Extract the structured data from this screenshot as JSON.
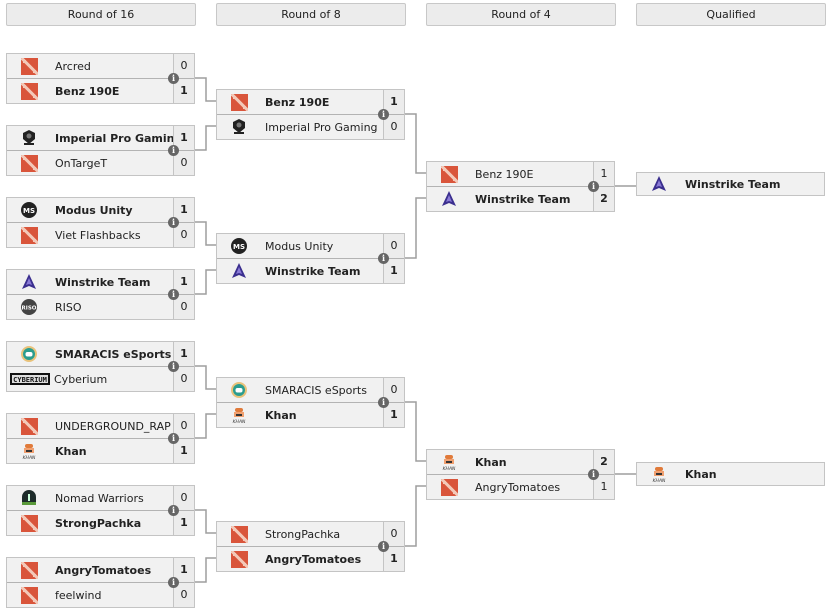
{
  "rounds": [
    {
      "label": "Round of 16"
    },
    {
      "label": "Round of 8"
    },
    {
      "label": "Round of 4"
    },
    {
      "label": "Qualified"
    }
  ],
  "info_icon_glyph": "i",
  "colors": {
    "dota_logo": "#d9553b",
    "winstrike_logo": "#3b2f8f",
    "khan_logo": "#e07a3a",
    "smaracis_logo": "#2a9d8f"
  },
  "round_of_16": [
    {
      "teams": [
        {
          "name": "Arcred",
          "score": "0",
          "logo": "dota-icon",
          "winner": false
        },
        {
          "name": "Benz 190E",
          "score": "1",
          "logo": "dota-icon",
          "winner": true
        }
      ]
    },
    {
      "teams": [
        {
          "name": "Imperial Pro Gaming",
          "score": "1",
          "logo": "imperial-pro-gaming-icon",
          "winner": true
        },
        {
          "name": "OnTargeT",
          "score": "0",
          "logo": "dota-icon",
          "winner": false
        }
      ]
    },
    {
      "teams": [
        {
          "name": "Modus Unity",
          "score": "1",
          "logo": "modus-unity-icon",
          "winner": true
        },
        {
          "name": "Viet Flashbacks",
          "score": "0",
          "logo": "dota-icon",
          "winner": false
        }
      ]
    },
    {
      "teams": [
        {
          "name": "Winstrike Team",
          "score": "1",
          "logo": "winstrike-icon",
          "winner": true
        },
        {
          "name": "RISO",
          "score": "0",
          "logo": "riso-icon",
          "winner": false
        }
      ]
    },
    {
      "teams": [
        {
          "name": "SMARACIS eSports",
          "score": "1",
          "logo": "smaracis-icon",
          "winner": true
        },
        {
          "name": "Cyberium",
          "score": "0",
          "logo": "cyberium-icon",
          "winner": false
        }
      ]
    },
    {
      "teams": [
        {
          "name": "UNDERGROUND_RAP",
          "score": "0",
          "logo": "dota-icon",
          "winner": false
        },
        {
          "name": "Khan",
          "score": "1",
          "logo": "khan-icon",
          "winner": true
        }
      ]
    },
    {
      "teams": [
        {
          "name": "Nomad Warriors",
          "score": "0",
          "logo": "nomad-warriors-icon",
          "winner": false
        },
        {
          "name": "StrongPachka",
          "score": "1",
          "logo": "dota-icon",
          "winner": true
        }
      ]
    },
    {
      "teams": [
        {
          "name": "AngryTomatoes",
          "score": "1",
          "logo": "dota-icon",
          "winner": true
        },
        {
          "name": "feelwind",
          "score": "0",
          "logo": "dota-icon",
          "winner": false
        }
      ]
    }
  ],
  "round_of_8": [
    {
      "teams": [
        {
          "name": "Benz 190E",
          "score": "1",
          "logo": "dota-icon",
          "winner": true
        },
        {
          "name": "Imperial Pro Gaming",
          "score": "0",
          "logo": "imperial-pro-gaming-icon",
          "winner": false
        }
      ]
    },
    {
      "teams": [
        {
          "name": "Modus Unity",
          "score": "0",
          "logo": "modus-unity-icon",
          "winner": false
        },
        {
          "name": "Winstrike Team",
          "score": "1",
          "logo": "winstrike-icon",
          "winner": true
        }
      ]
    },
    {
      "teams": [
        {
          "name": "SMARACIS eSports",
          "score": "0",
          "logo": "smaracis-icon",
          "winner": false
        },
        {
          "name": "Khan",
          "score": "1",
          "logo": "khan-icon",
          "winner": true
        }
      ]
    },
    {
      "teams": [
        {
          "name": "StrongPachka",
          "score": "0",
          "logo": "dota-icon",
          "winner": false
        },
        {
          "name": "AngryTomatoes",
          "score": "1",
          "logo": "dota-icon",
          "winner": true
        }
      ]
    }
  ],
  "round_of_4": [
    {
      "teams": [
        {
          "name": "Benz 190E",
          "score": "1",
          "logo": "dota-icon",
          "winner": false
        },
        {
          "name": "Winstrike Team",
          "score": "2",
          "logo": "winstrike-icon",
          "winner": true
        }
      ]
    },
    {
      "teams": [
        {
          "name": "Khan",
          "score": "2",
          "logo": "khan-icon",
          "winner": true
        },
        {
          "name": "AngryTomatoes",
          "score": "1",
          "logo": "dota-icon",
          "winner": false
        }
      ]
    }
  ],
  "qualified": [
    {
      "name": "Winstrike Team",
      "logo": "winstrike-icon"
    },
    {
      "name": "Khan",
      "logo": "khan-icon"
    }
  ]
}
